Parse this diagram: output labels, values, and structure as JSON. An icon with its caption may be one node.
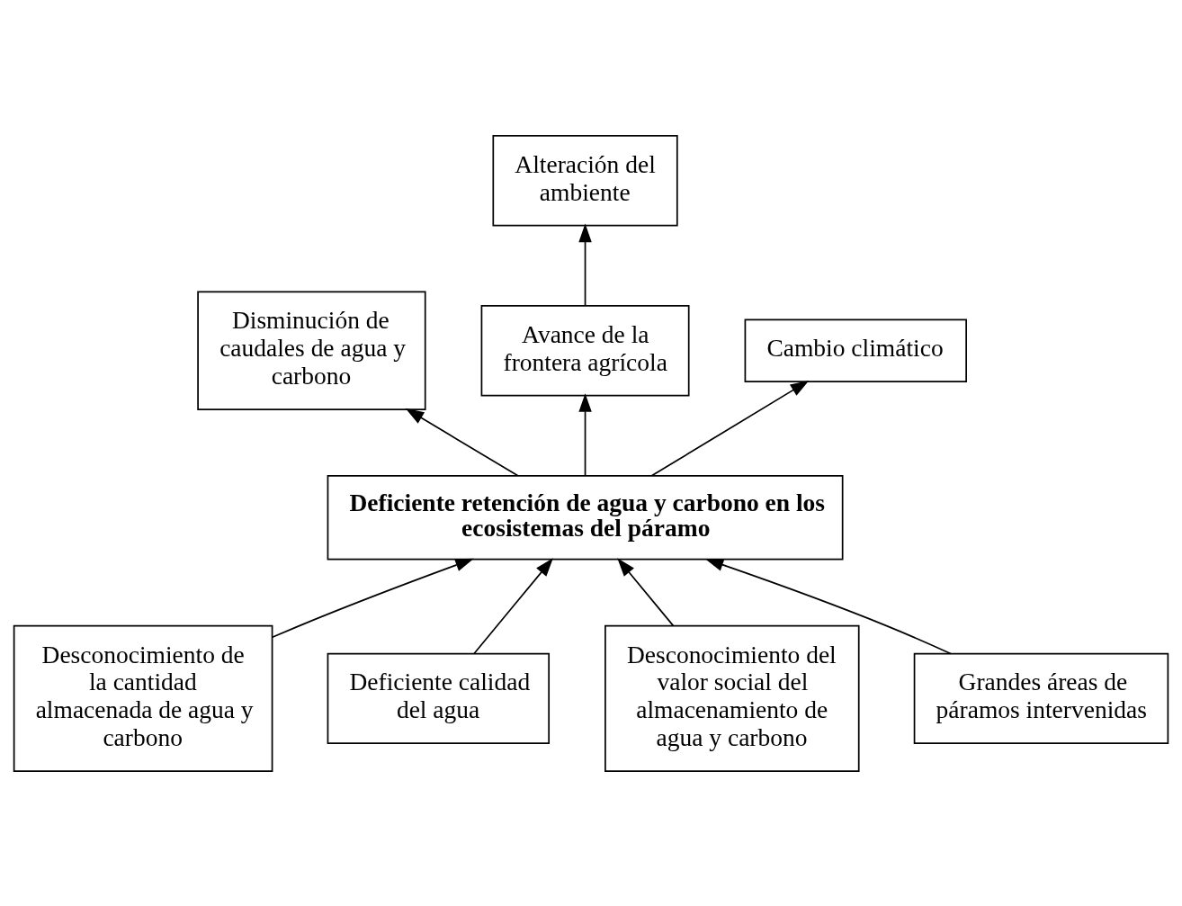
{
  "diagram": {
    "nodes": [
      {
        "text": [
          "Alteración del ambiente"
        ]
      },
      {
        "text": [
          "Disminución de caudales de agua y carbono"
        ]
      },
      {
        "text": [
          "Avance de la frontera agrícola"
        ]
      },
      {
        "text": [
          "Cambio climático"
        ]
      },
      {
        "text": [
          "Deficiente retención de agua y carbono en los ecosistemas del páramo"
        ]
      },
      {
        "text": [
          "Desconocimiento de la cantidad almacenada de agua y carbono"
        ]
      },
      {
        "text": [
          "Deficiente calidad del agua"
        ]
      },
      {
        "text": [
          "Desconocimiento del valor social del almacenamiento de agua y carbono"
        ]
      },
      {
        "text": [
          "Grandes áreas de páramos intervenidas"
        ]
      }
    ],
    "edges": [
      {
        "from": 2,
        "to": 0,
        "arrow": "to"
      },
      {
        "from": 4,
        "to": 1,
        "arrow": "to"
      },
      {
        "from": 4,
        "to": 2,
        "arrow": "to"
      },
      {
        "from": 4,
        "to": 3,
        "arrow": "to"
      },
      {
        "from": 5,
        "to": 4,
        "arrow": "to"
      },
      {
        "from": 6,
        "to": 4,
        "arrow": "to"
      },
      {
        "from": 7,
        "to": 4,
        "arrow": "to"
      },
      {
        "from": 8,
        "to": 4,
        "arrow": "to"
      }
    ]
  }
}
